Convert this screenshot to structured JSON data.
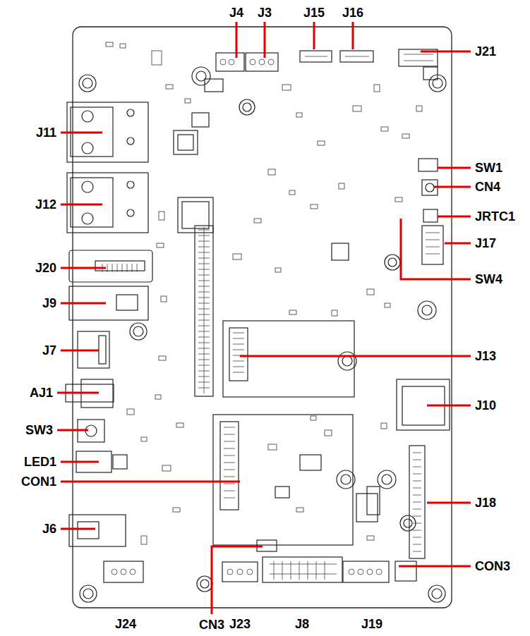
{
  "diagram": {
    "labels": [
      "J4",
      "J3",
      "J15",
      "J16",
      "J21",
      "J11",
      "SW1",
      "CN4",
      "J12",
      "JRTC1",
      "J17",
      "J20",
      "SW4",
      "J9",
      "J7",
      "J13",
      "AJ1",
      "J10",
      "SW3",
      "LED1",
      "CON1",
      "J18",
      "J6",
      "CON3",
      "J24",
      "CN3",
      "J23",
      "J8",
      "J19"
    ]
  }
}
